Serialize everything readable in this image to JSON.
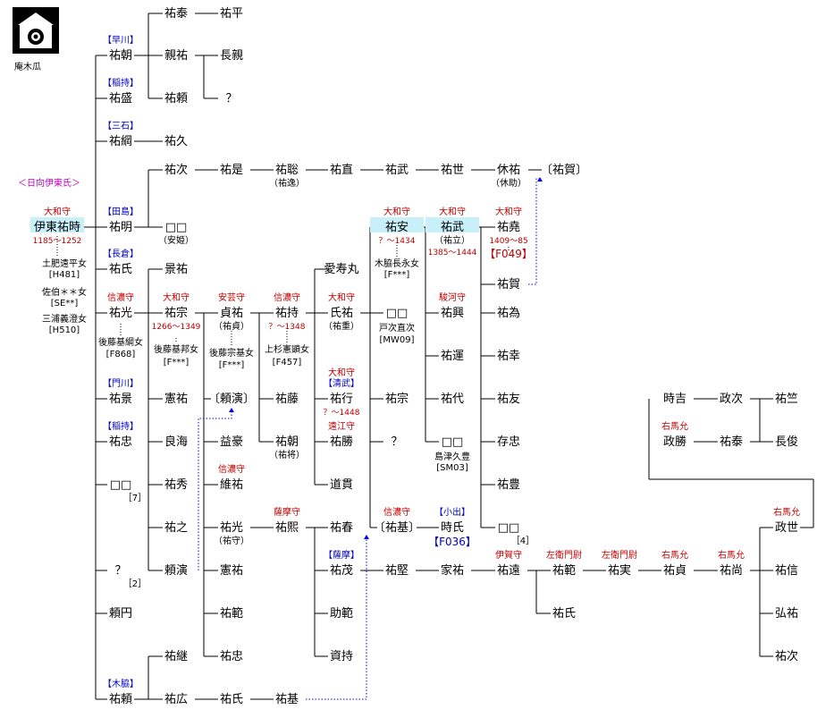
{
  "crest": {
    "label": "庵木瓜",
    "icon": "mokko-crest-icon"
  },
  "clan_label": "＜日向伊東氏＞",
  "colors": {
    "title": "#c00000",
    "place": "#0000c0",
    "clan": "#c000c0",
    "highlight": "#c8f0f8",
    "link": "#0000ff"
  },
  "nodes": [
    {
      "id": "suketoki",
      "label": "伊東祐時",
      "title": "大和守",
      "date": "1185〜1252",
      "highlight": true
    },
    {
      "id": "spouse1",
      "label": "土肥遠平女"
    },
    {
      "id": "spouse1ref",
      "label": "[H481]"
    },
    {
      "id": "spouse2",
      "label": "佐伯＊＊女"
    },
    {
      "id": "spouse2ref",
      "label": "[SE**]"
    },
    {
      "id": "spouse3",
      "label": "三浦義澄女"
    },
    {
      "id": "spouse3ref",
      "label": "[H510]"
    },
    {
      "id": "sukeyasu",
      "label": "祐泰"
    },
    {
      "id": "suketaira",
      "label": "祐平"
    },
    {
      "id": "suketomo",
      "label": "祐朝",
      "place": "【早川】"
    },
    {
      "id": "chikasuke",
      "label": "親祐"
    },
    {
      "id": "nagachika",
      "label": "長親"
    },
    {
      "id": "sukemori",
      "label": "祐盛",
      "place": "【稲持】"
    },
    {
      "id": "sukeyori1",
      "label": "祐頼"
    },
    {
      "id": "q1",
      "label": "？"
    },
    {
      "id": "suketsuna",
      "label": "祐綱",
      "place": "【三石】"
    },
    {
      "id": "sukehisa",
      "label": "祐久"
    },
    {
      "id": "suketsugu",
      "label": "祐次"
    },
    {
      "id": "sukekore",
      "label": "祐是"
    },
    {
      "id": "suketoshi",
      "label": "祐聡",
      "note": "（祐逸）"
    },
    {
      "id": "sukenao",
      "label": "祐直"
    },
    {
      "id": "suketake1",
      "label": "祐武"
    },
    {
      "id": "sukeyo",
      "label": "祐世"
    },
    {
      "id": "kyusuke",
      "label": "休祐",
      "note": "（休助）"
    },
    {
      "id": "sukega1",
      "label": "〔祐賀〕"
    },
    {
      "id": "sukeaki",
      "label": "祐明",
      "place": "【田島】"
    },
    {
      "id": "anhime",
      "label": "□□",
      "note": "（安姫）"
    },
    {
      "id": "sukeyasu2",
      "label": "祐安",
      "title": "大和守",
      "date": "？〜1434",
      "highlight": true
    },
    {
      "id": "sp_kiwaki",
      "label": "木脇長永女"
    },
    {
      "id": "sp_kiwaki_ref",
      "label": "[F***]"
    },
    {
      "id": "suketake2",
      "label": "祐武",
      "title": "大和守",
      "note": "（祐立）",
      "date": "1385〜1444",
      "highlight": true
    },
    {
      "id": "suketaka",
      "label": "祐堯",
      "title": "大和守",
      "date": "1409〜85",
      "ref": "【F049】"
    },
    {
      "id": "sukeuji1",
      "label": "祐氏",
      "place": "【長倉】"
    },
    {
      "id": "kagesuke",
      "label": "景祐"
    },
    {
      "id": "aijumaru",
      "label": "愛寿丸"
    },
    {
      "id": "sukega2",
      "label": "祐賀"
    },
    {
      "id": "sukemitsu1",
      "label": "祐光",
      "title": "信濃守"
    },
    {
      "id": "sp_gotoh1",
      "label": "後藤基綱女"
    },
    {
      "id": "sp_gotoh1_ref",
      "label": "[F868]"
    },
    {
      "id": "sukemune",
      "label": "祐宗",
      "title": "大和守",
      "date": "1266〜1349"
    },
    {
      "id": "sp_gotoh2",
      "label": "後藤基邦女"
    },
    {
      "id": "sp_gotoh2_ref",
      "label": "[F***]"
    },
    {
      "id": "sadasuke",
      "label": "貞祐",
      "title": "安芸守",
      "note": "（祐貞）"
    },
    {
      "id": "sp_gotoh3",
      "label": "後藤宗基女"
    },
    {
      "id": "sp_gotoh3_ref",
      "label": "[F***]"
    },
    {
      "id": "sukemochi",
      "label": "祐持",
      "title": "信濃守",
      "date": "？〜1348"
    },
    {
      "id": "sp_uesugi",
      "label": "上杉憲顕女"
    },
    {
      "id": "sp_uesugi_ref",
      "label": "[F457]"
    },
    {
      "id": "ujisuke",
      "label": "氏祐",
      "title": "大和守",
      "note": "（祐重）"
    },
    {
      "id": "toji_anon",
      "label": "□□"
    },
    {
      "id": "sp_toji",
      "label": "戸次直次"
    },
    {
      "id": "sp_toji_ref",
      "label": "[MW09]"
    },
    {
      "id": "sukeoki",
      "label": "祐興",
      "title": "駿河守"
    },
    {
      "id": "sukeyoshi",
      "label": "祐為"
    },
    {
      "id": "sukeun",
      "label": "祐運"
    },
    {
      "id": "sukeyuki1",
      "label": "祐幸"
    },
    {
      "id": "suketoshi2",
      "label": "祐代"
    },
    {
      "id": "suketomo2",
      "label": "祐友"
    },
    {
      "id": "sukekage",
      "label": "祐景",
      "place": "【門川】"
    },
    {
      "id": "kensuke1",
      "label": "憲祐"
    },
    {
      "id": "yorinobu1",
      "label": "〔頼演〕"
    },
    {
      "id": "sukefuji",
      "label": "祐藤"
    },
    {
      "id": "sukeyuki2",
      "label": "祐行",
      "title": "大和守",
      "place": "【清武】",
      "date": "？〜1448"
    },
    {
      "id": "sukemune2",
      "label": "祐宗"
    },
    {
      "id": "sukechu",
      "label": "祐忠",
      "place": "【稲持】"
    },
    {
      "id": "ryokai",
      "label": "良海"
    },
    {
      "id": "ekigo",
      "label": "益豪"
    },
    {
      "id": "suketomo3",
      "label": "祐朝",
      "note": "（祐将）"
    },
    {
      "id": "sukekatsu",
      "label": "祐勝",
      "title": "遠江守"
    },
    {
      "id": "q2",
      "label": "？"
    },
    {
      "id": "shimazu_anon",
      "label": "□□"
    },
    {
      "id": "sp_shimazu",
      "label": "島津久豊"
    },
    {
      "id": "sp_shimazu_ref",
      "label": "[SM03]"
    },
    {
      "id": "sonchu",
      "label": "存忠"
    },
    {
      "id": "anon7",
      "label": "□□",
      "note": "［7］"
    },
    {
      "id": "sukehide",
      "label": "祐秀"
    },
    {
      "id": "isuke",
      "label": "維祐",
      "title": "信濃守"
    },
    {
      "id": "dokan",
      "label": "道貫"
    },
    {
      "id": "suketoyo",
      "label": "祐豊"
    },
    {
      "id": "sukeyuki3",
      "label": "祐之"
    },
    {
      "id": "sukemitsu2",
      "label": "祐光",
      "note": "（祐守）"
    },
    {
      "id": "sukehiro",
      "label": "祐熙",
      "title": "薩摩守"
    },
    {
      "id": "suketaru",
      "label": "祐春"
    },
    {
      "id": "sukemoto1",
      "label": "〔祐基〕",
      "title": "信濃守"
    },
    {
      "id": "tokiuji",
      "label": "時氏",
      "place": "【小出】",
      "ref": "【F036】"
    },
    {
      "id": "anon4",
      "label": "□□",
      "note": "［4］"
    },
    {
      "id": "q3",
      "label": "？",
      "note": "［2］"
    },
    {
      "id": "yorinobu2",
      "label": "頼演"
    },
    {
      "id": "kensuke2",
      "label": "憲祐"
    },
    {
      "id": "sukeshige",
      "label": "祐茂",
      "place": "【薩摩】"
    },
    {
      "id": "sukekata",
      "label": "祐堅"
    },
    {
      "id": "iesuke",
      "label": "家祐"
    },
    {
      "id": "sukeen",
      "label": "祐遠",
      "title": "伊賀守"
    },
    {
      "id": "sukenori1",
      "label": "祐範",
      "title": "左衛門尉"
    },
    {
      "id": "sukezane",
      "label": "祐実",
      "title": "左衛門尉"
    },
    {
      "id": "sukesada",
      "label": "祐貞",
      "title": "右馬允"
    },
    {
      "id": "sukenao2",
      "label": "祐尚",
      "title": "右馬允"
    },
    {
      "id": "masayo",
      "label": "政世",
      "title": "右馬允"
    },
    {
      "id": "yorien",
      "label": "頼円"
    },
    {
      "id": "sukenori2",
      "label": "祐範"
    },
    {
      "id": "sukenori3",
      "label": "助範"
    },
    {
      "id": "sukeuji2",
      "label": "祐氏"
    },
    {
      "id": "sukenobu",
      "label": "祐信"
    },
    {
      "id": "hirosuke",
      "label": "弘祐"
    },
    {
      "id": "sukechu2",
      "label": "祐忠"
    },
    {
      "id": "shimochi",
      "label": "資持"
    },
    {
      "id": "suketsugu2",
      "label": "祐継"
    },
    {
      "id": "suketsugu3",
      "label": "祐次"
    },
    {
      "id": "sukeyori2",
      "label": "祐頼",
      "place": "【木脇】"
    },
    {
      "id": "sukehiro2",
      "label": "祐広"
    },
    {
      "id": "sukeuji3",
      "label": "祐氏"
    },
    {
      "id": "sukemoto2",
      "label": "祐基"
    },
    {
      "id": "tokiyoshi",
      "label": "時吉"
    },
    {
      "id": "masatsugu",
      "label": "政次"
    },
    {
      "id": "sukeji",
      "label": "祐竺"
    },
    {
      "id": "masakatsu",
      "label": "政勝",
      "title": "右馬允"
    },
    {
      "id": "sukeyasu3",
      "label": "祐泰"
    },
    {
      "id": "nagatoshi",
      "label": "長俊"
    }
  ]
}
